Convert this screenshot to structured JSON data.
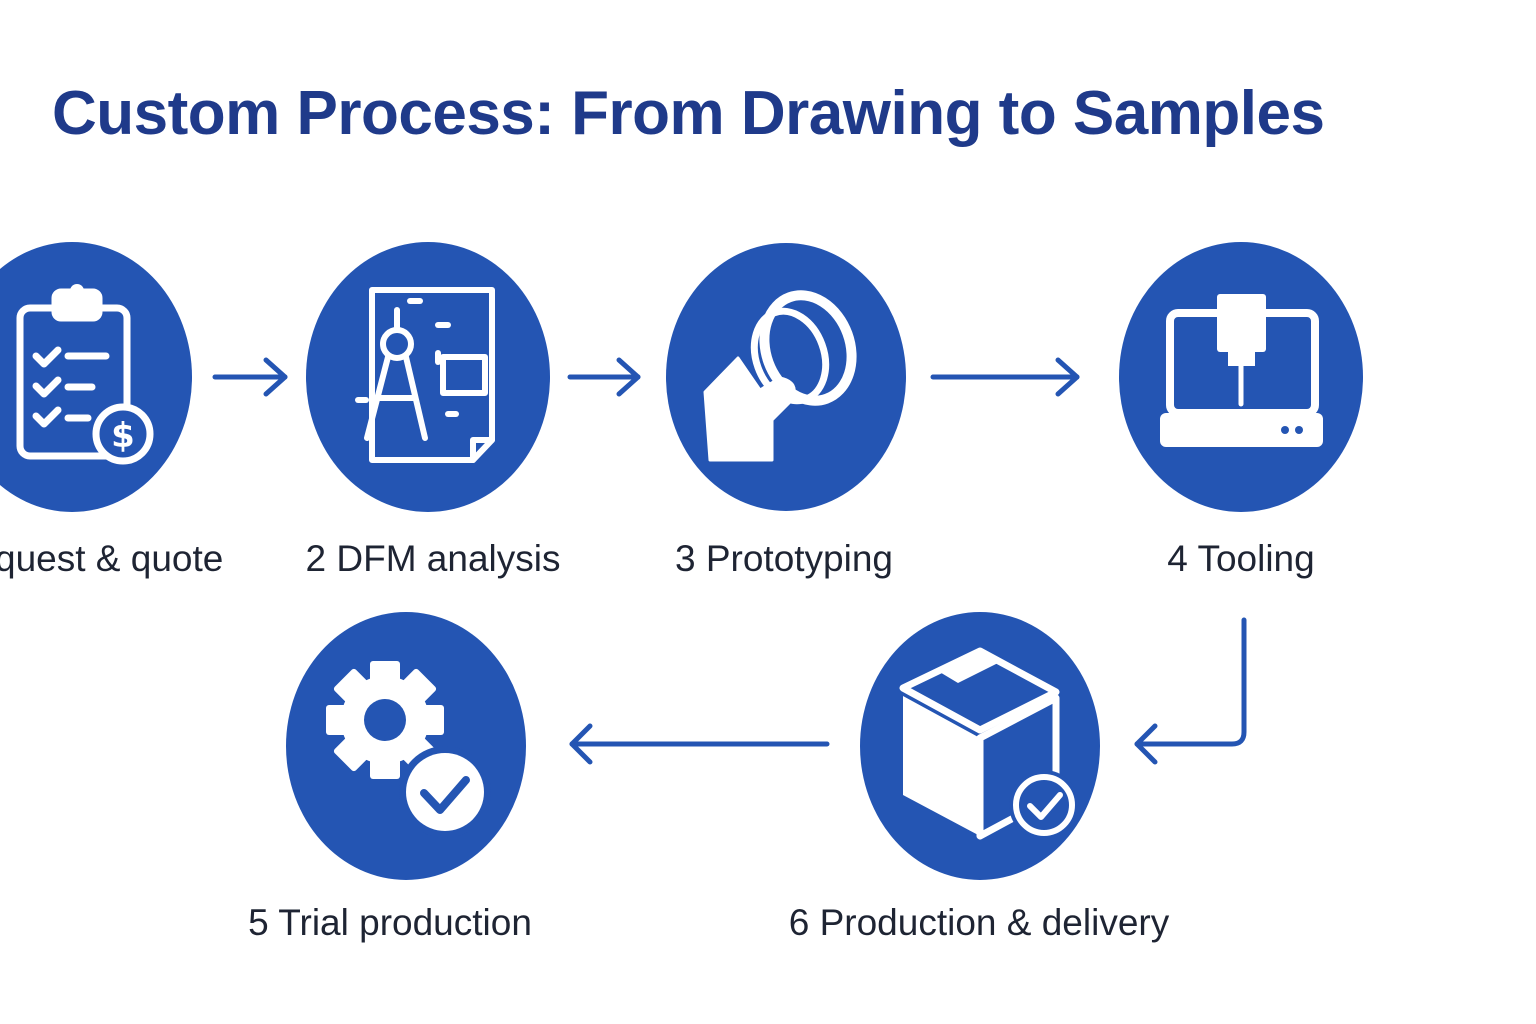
{
  "title": "Custom Process: From Drawing to Samples",
  "colors": {
    "title": "#1f3a8a",
    "circle": "#2455b3",
    "arrow": "#2455b3",
    "label": "#1e2433",
    "icon": "#ffffff"
  },
  "steps": [
    {
      "label": "quest & quote",
      "icon": "clipboard-quote-icon"
    },
    {
      "label": "2 DFM analysis",
      "icon": "compass-drawing-icon"
    },
    {
      "label": "3 Prototyping",
      "icon": "hand-ring-icon"
    },
    {
      "label": "4 Tooling",
      "icon": "cnc-machine-icon"
    },
    {
      "label": "5 Trial production",
      "icon": "gear-check-icon"
    },
    {
      "label": "6 Production & delivery",
      "icon": "box-check-icon"
    }
  ]
}
